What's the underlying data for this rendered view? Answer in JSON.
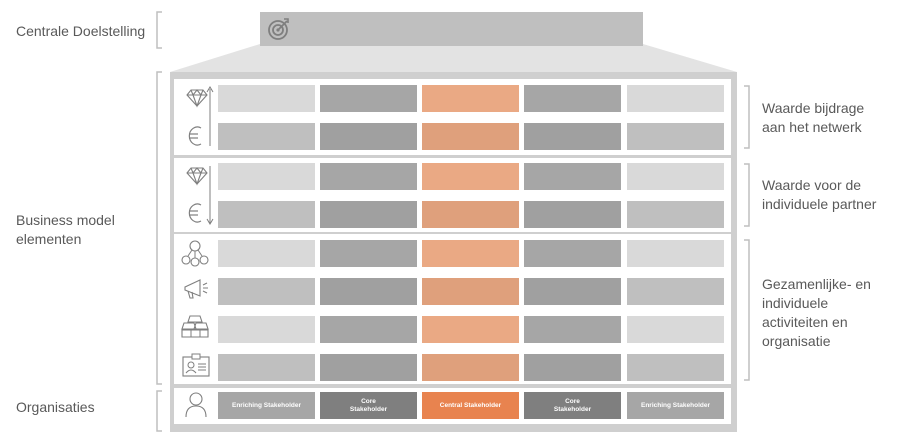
{
  "labels": {
    "goal": "Centrale Doelstelling",
    "business_model": "Business model elementen",
    "business_model_lines": [
      "Business model",
      "elementen"
    ],
    "organisations": "Organisaties"
  },
  "groups": [
    {
      "lines": [
        "Waarde bijdrage",
        "aan het netwerk"
      ]
    },
    {
      "lines": [
        "Waarde voor de",
        "individuele partner"
      ]
    },
    {
      "lines": [
        "Gezamenlijke- en",
        "individuele",
        "activiteiten en",
        "organisatie"
      ]
    }
  ],
  "organisations": [
    {
      "label": "Enriching Stakeholder",
      "lines": [
        "Enriching Stakeholder"
      ],
      "color": "#a6a6a6"
    },
    {
      "label": "Core Stakeholder",
      "lines": [
        "Core",
        "Stakeholder"
      ],
      "color": "#7f7f7f"
    },
    {
      "label": "Central Stakeholder",
      "lines": [
        "Central Stakeholder"
      ],
      "color": "#e8834f"
    },
    {
      "label": "Core Stakeholder",
      "lines": [
        "Core",
        "Stakeholder"
      ],
      "color": "#7f7f7f"
    },
    {
      "label": "Enriching Stakeholder",
      "lines": [
        "Enriching Stakeholder"
      ],
      "color": "#a6a6a6"
    }
  ],
  "element_icons": [
    "diamond-icon",
    "euro-icon",
    "diamond-icon",
    "euro-icon",
    "network-icon",
    "megaphone-icon",
    "gold-bars-icon",
    "id-card-icon"
  ],
  "goal_icon": "target-icon",
  "organisation_icon": "person-icon",
  "colors": {
    "enriching_light": "#d9d9d9",
    "enriching_dark": "#bfbfbf",
    "core_light": "#a6a6a6",
    "core_dark": "#a0a0a0",
    "central_light": "#eaa984",
    "central_dark": "#dfa07c",
    "panel": "#cfcfcf",
    "goal_bar": "#bfbfbf"
  }
}
